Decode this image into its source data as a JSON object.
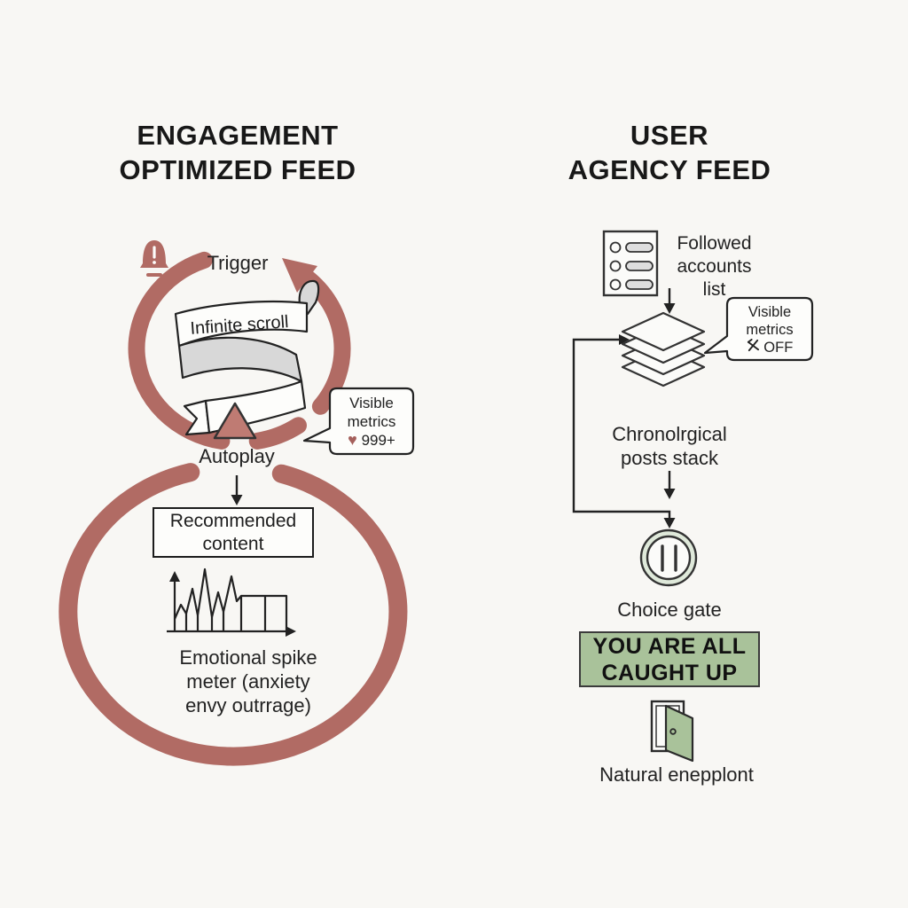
{
  "left": {
    "title": {
      "line1": "ENGAGEMENT",
      "line2": "OPTIMIZED FEED"
    },
    "trigger_label": "Trigger",
    "ribbon_label": "Infinite scroll",
    "autoplay_label": "Autoplay",
    "metrics_bubble": {
      "line1": "Visible",
      "line2": "metrics",
      "heart_icon": "♥",
      "count": "999+"
    },
    "recommended_box": {
      "line1": "Recommended",
      "line2": "content"
    },
    "spike_caption": {
      "line1": "Emotional spike",
      "line2": "meter (anxiety",
      "line3": "envy outrrage)"
    }
  },
  "right": {
    "title": {
      "line1": "USER",
      "line2": "AGENCY FEED"
    },
    "followed_list": {
      "line1": "Followed",
      "line2": "accounts",
      "line3": "list"
    },
    "metrics_bubble": {
      "line1": "Visible",
      "line2": "metrics",
      "off_label": "OFF"
    },
    "stack_caption": {
      "line1": "Chronolrgical",
      "line2": "posts stack"
    },
    "choice_gate_label": "Choice gate",
    "caught_up_box": {
      "line1": "YOU ARE ALL",
      "line2": "CAUGHT UP"
    },
    "endpoint_label": "Natural enepplont"
  },
  "colors": {
    "background": "#f8f7f4",
    "ink": "#1e1e1e",
    "rose_loop": "#b16b64",
    "rose_triangle": "#bf7b73",
    "heart": "#a5605c",
    "green_fill": "#a9c29a",
    "gate_ring": "#dfe9da",
    "ribbon_fold_gray": "#d8d8d8"
  }
}
